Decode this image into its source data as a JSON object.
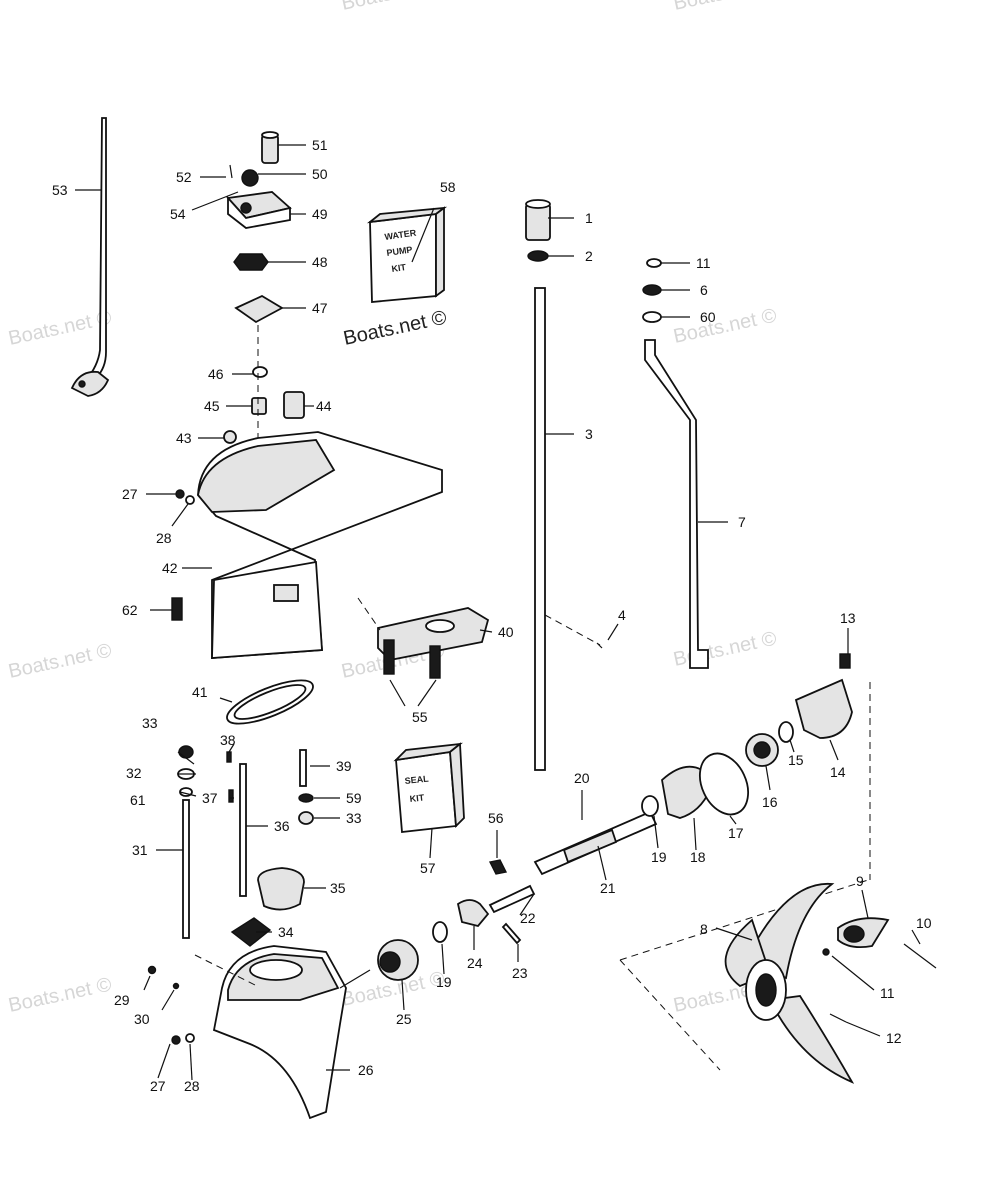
{
  "watermark": "Boats.net ©",
  "kits": {
    "water_pump": [
      "WATER",
      "PUMP",
      "KIT"
    ],
    "seal": [
      "SEAL",
      "KIT"
    ]
  },
  "callouts": [
    "1",
    "2",
    "3",
    "4",
    "6",
    "7",
    "8",
    "9",
    "10",
    "11",
    "11",
    "12",
    "13",
    "14",
    "15",
    "16",
    "17",
    "18",
    "19",
    "19",
    "20",
    "21",
    "22",
    "23",
    "24",
    "25",
    "26",
    "27",
    "27",
    "28",
    "28",
    "29",
    "30",
    "31",
    "32",
    "33",
    "33",
    "34",
    "35",
    "36",
    "37",
    "38",
    "39",
    "40",
    "41",
    "42",
    "43",
    "44",
    "45",
    "46",
    "47",
    "48",
    "49",
    "50",
    "51",
    "52",
    "53",
    "54",
    "55",
    "56",
    "57",
    "58",
    "59",
    "60",
    "61",
    "62"
  ]
}
